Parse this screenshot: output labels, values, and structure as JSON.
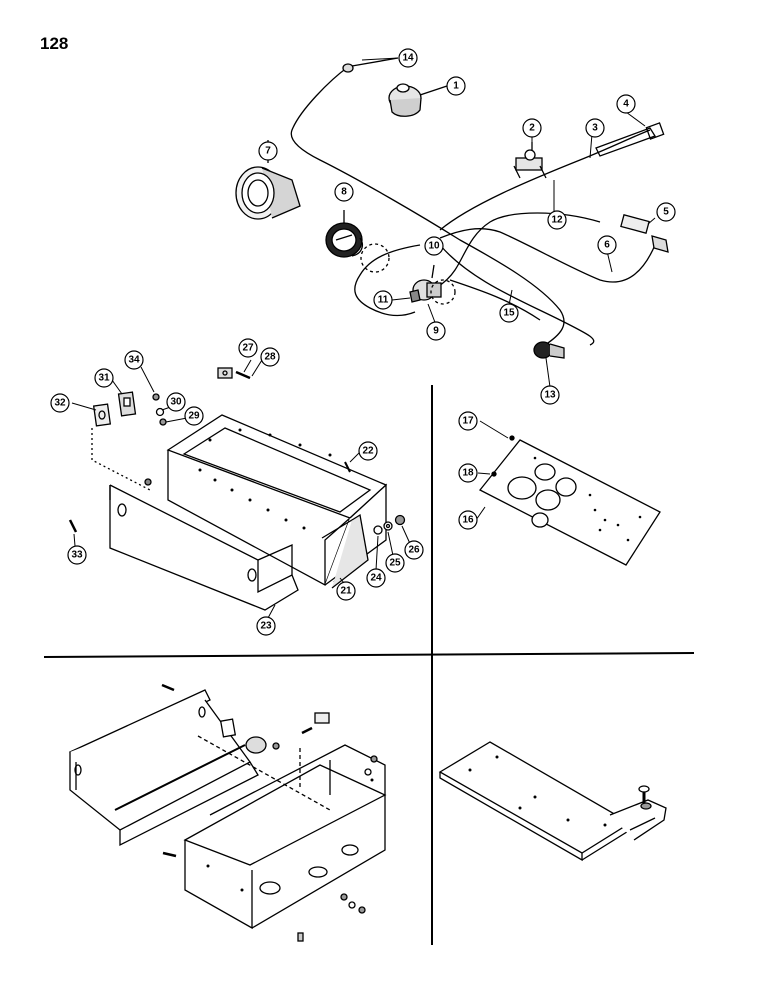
{
  "page": {
    "number": "128"
  },
  "callouts": [
    "1",
    "2",
    "3",
    "4",
    "5",
    "6",
    "7",
    "8",
    "9",
    "10",
    "11",
    "12",
    "13",
    "14",
    "15",
    "16",
    "17",
    "18",
    "21",
    "22",
    "23",
    "24",
    "25",
    "26",
    "27",
    "28",
    "29",
    "30",
    "31",
    "32",
    "33",
    "34"
  ]
}
